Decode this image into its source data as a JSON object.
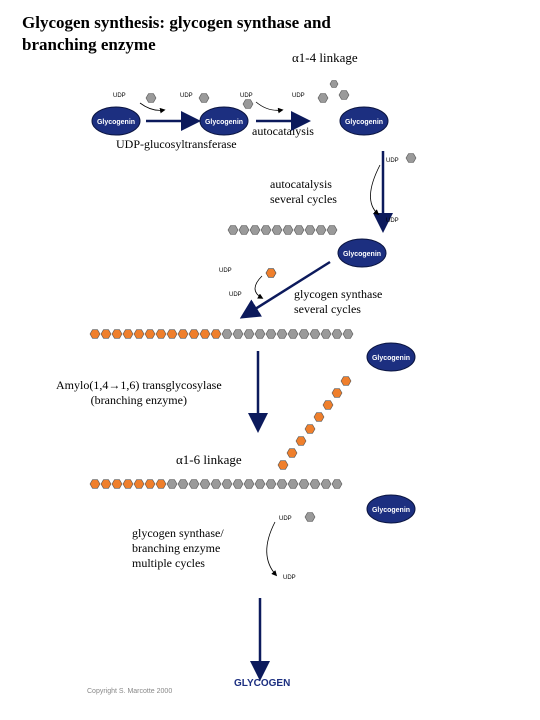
{
  "title": "Glycogen synthesis:  glycogen synthase and\nbranching enzyme",
  "colors": {
    "glycogenin": "#1c2f80",
    "arrow": "#0c1a5c",
    "glucose_gray": "#9a9a9a",
    "glucose_orange": "#ef7f2c"
  },
  "labels": {
    "alpha14": "α1-4 linkage",
    "udp_glucosyltransferase": "UDP-glucosyltransferase",
    "autocatalysis": "autocatalysis",
    "autocatalysis_several": "autocatalysis\nseveral cycles",
    "glycogen_synthase_several": "glycogen synthase\nseveral cycles",
    "branching": "Amylo(1,4→1,6) transglycosylase\n(branching enzyme)",
    "alpha16": "α1-6 linkage",
    "gs_branching_multiple": "glycogen synthase/\nbranching enzyme\nmultiple cycles",
    "udp": "UDP",
    "glycogenin": "Glycogenin",
    "glycogen": "GLYCOGEN",
    "copyright": "Copyright S. Marcotte 2000"
  }
}
